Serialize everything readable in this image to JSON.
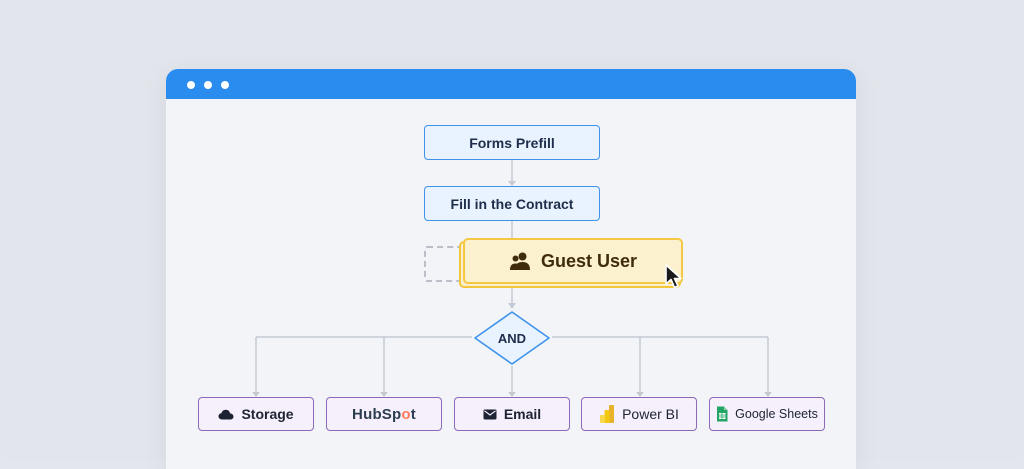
{
  "flow": {
    "step1": "Forms Prefill",
    "step2": "Fill in the Contract",
    "guest": "Guest User",
    "gate": "AND"
  },
  "destinations": {
    "storage": "Storage",
    "hubspot_pre": "HubSp",
    "hubspot_o": "o",
    "hubspot_post": "t",
    "email": "Email",
    "powerbi": "Power BI",
    "gsheets": "Google Sheets"
  },
  "icons": {
    "guest": "users-icon",
    "storage": "cloud-icon",
    "email": "envelope-icon",
    "powerbi": "power-bi-logo",
    "gsheets": "google-sheets-logo",
    "cursor": "mouse-pointer-icon"
  },
  "colors": {
    "titlebar": "#2b8cf0",
    "step_border": "#3d93ec",
    "guest_border": "#f4c842",
    "dest_border": "#8b6ab7",
    "connector": "#c5cad3"
  }
}
